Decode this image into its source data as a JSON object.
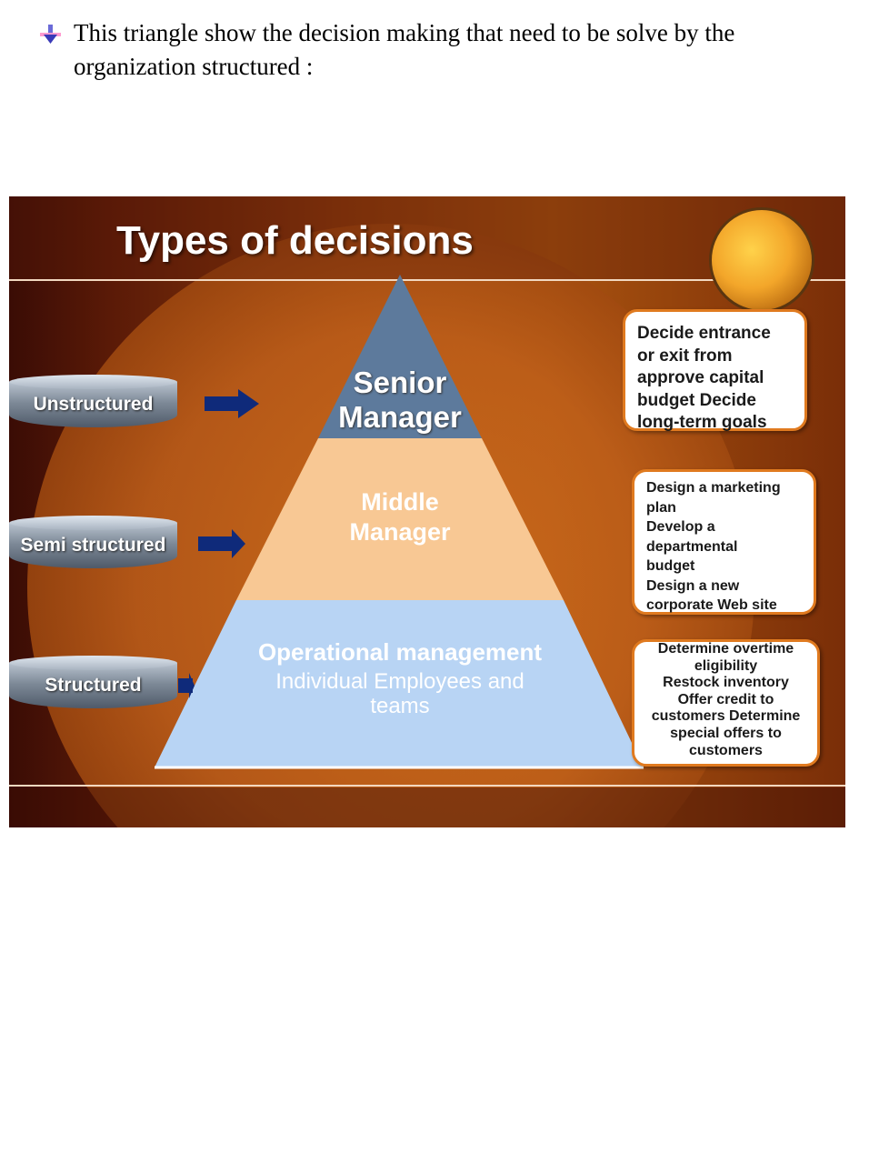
{
  "intro": {
    "text": "This triangle show the decision making that need to be solve by the organization structured :"
  },
  "slide": {
    "title": "Types of decisions",
    "left_categories": [
      "Unstructured",
      "Semi structured",
      "Structured"
    ],
    "pyramid": {
      "top": {
        "line1": "Senior",
        "line2": "Manager",
        "color": "#5d7a9c"
      },
      "middle": {
        "line1": "Middle",
        "line2": "Manager",
        "color": "#f8c894"
      },
      "bottom": {
        "title": "Operational management",
        "subtitle_line1": "Individual Employees and",
        "subtitle_line2": "teams",
        "color": "#b8d4f4"
      }
    },
    "decision_boxes": [
      {
        "lines": [
          "Decide entrance",
          "or exit from",
          "approve capital",
          "budget Decide",
          "long-term goals"
        ]
      },
      {
        "lines": [
          "Design a marketing",
          "plan",
          "Develop a",
          "departmental",
          "budget",
          "Design a new",
          "corporate Web site"
        ]
      },
      {
        "lines": [
          "Determine overtime",
          "eligibility",
          "Restock inventory",
          "Offer credit  to",
          "customers Determine",
          "special offers to",
          "customers"
        ]
      }
    ],
    "colors": {
      "arrow": "#0f2a7a",
      "box_border": "#e07a1f"
    }
  }
}
